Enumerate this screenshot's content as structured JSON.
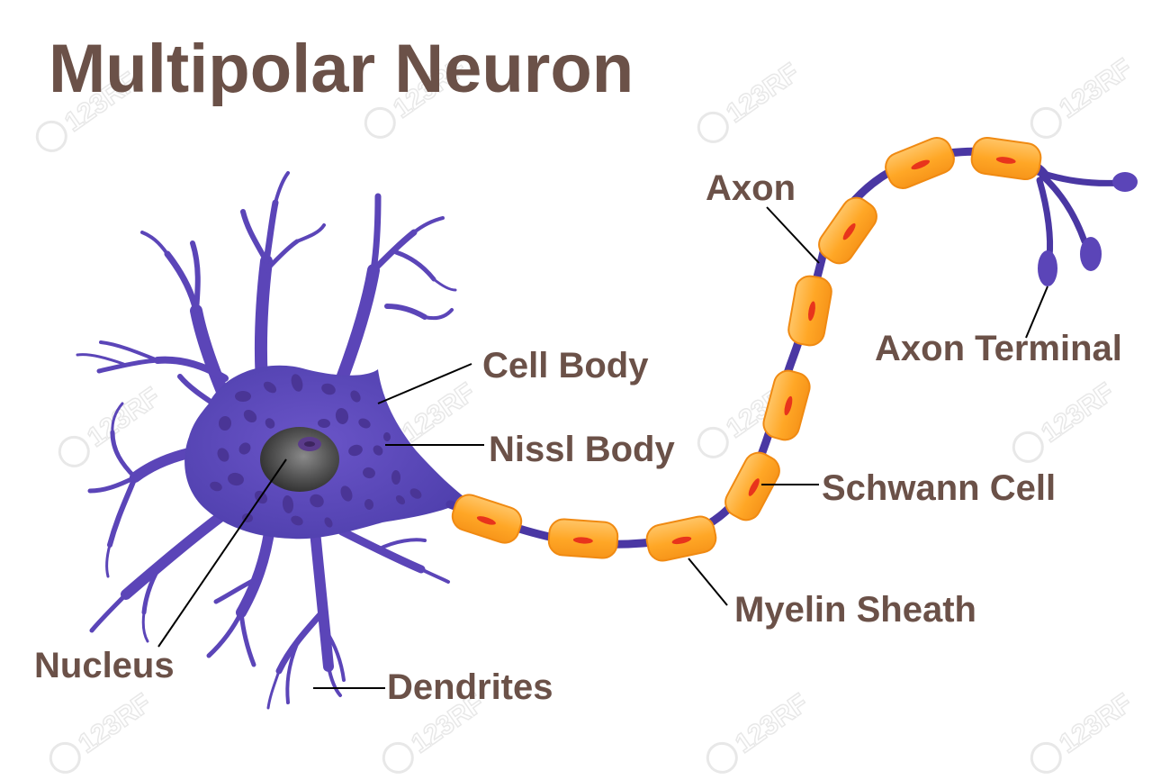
{
  "title": "Multipolar Neuron",
  "labels": {
    "axon": "Axon",
    "axon_terminal": "Axon Terminal",
    "cell_body": "Cell Body",
    "nissl_body": "Nissl Body",
    "schwann_cell": "Schwann Cell",
    "myelin_sheath": "Myelin Sheath",
    "nucleus": "Nucleus",
    "dendrites": "Dendrites"
  },
  "colors": {
    "text": "#6b5148",
    "neuron": "#5b45b8",
    "neuron_dark": "#3c2b8a",
    "nissl": "#4a3596",
    "myelin": "#ffa726",
    "myelin_light": "#ffc566",
    "myelin_edge": "#f08a12",
    "schwann_nucleus": "#e8341c",
    "nucleus_fill": "#4c4c4c",
    "nucleolus": "#5a3b8a",
    "leader_line": "#000000",
    "watermark": "#e6e6e6"
  },
  "watermark": "123RF"
}
